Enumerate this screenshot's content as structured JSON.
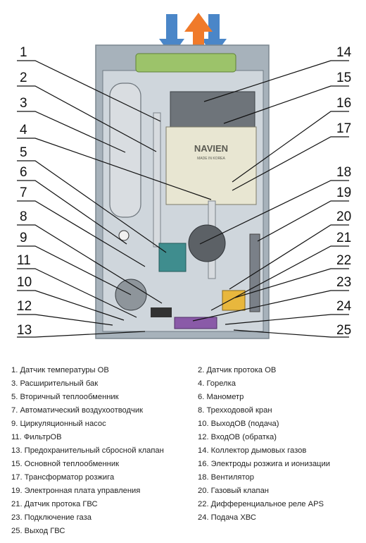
{
  "diagram": {
    "callouts": [
      "1",
      "2",
      "3",
      "4",
      "5",
      "6",
      "7",
      "8",
      "9",
      "11",
      "10",
      "12",
      "13",
      "14",
      "15",
      "16",
      "17",
      "18",
      "19",
      "20",
      "21",
      "22",
      "23",
      "24",
      "25"
    ],
    "brand_label": "NAVIEN",
    "brand_sublabel": "MADE IN KOREA"
  },
  "legend": [
    "1. Датчик температуры ОВ",
    "2. Датчик протока ОВ",
    "3. Расширительный бак",
    "4. Горелка",
    "5. Вторичный теплообменник",
    "6. Манометр",
    "7. Автоматический воздухоотводчик",
    "8. Трехходовой кран",
    "9. Циркуляционный насос",
    "10. ВыходОВ (подача)",
    "11. ФильтрОВ",
    "12. ВходОВ (обратка)",
    "13. Предохранительный сбросной клапан",
    "14. Коллектор дымовых газов",
    "15. Основной теплообменник",
    "16. Электроды розжига и ионизации",
    "17. Трансформатор розжига",
    "18. Вентилятор",
    "19. Электронная плата управления",
    "20. Газовый клапан",
    "21. Датчик протока ГВС",
    "22. Дифференциальное реле APS",
    "23. Подключение газа",
    "24. Подача ХВС",
    "25. Выход ГВС"
  ],
  "colors": {
    "arrow_blue": "#4a86c8",
    "arrow_orange": "#f07a2a",
    "flue_green": "#9cc36a",
    "gas_purple": "#8a5aa8",
    "casing_grey": "#a7b2bb"
  }
}
